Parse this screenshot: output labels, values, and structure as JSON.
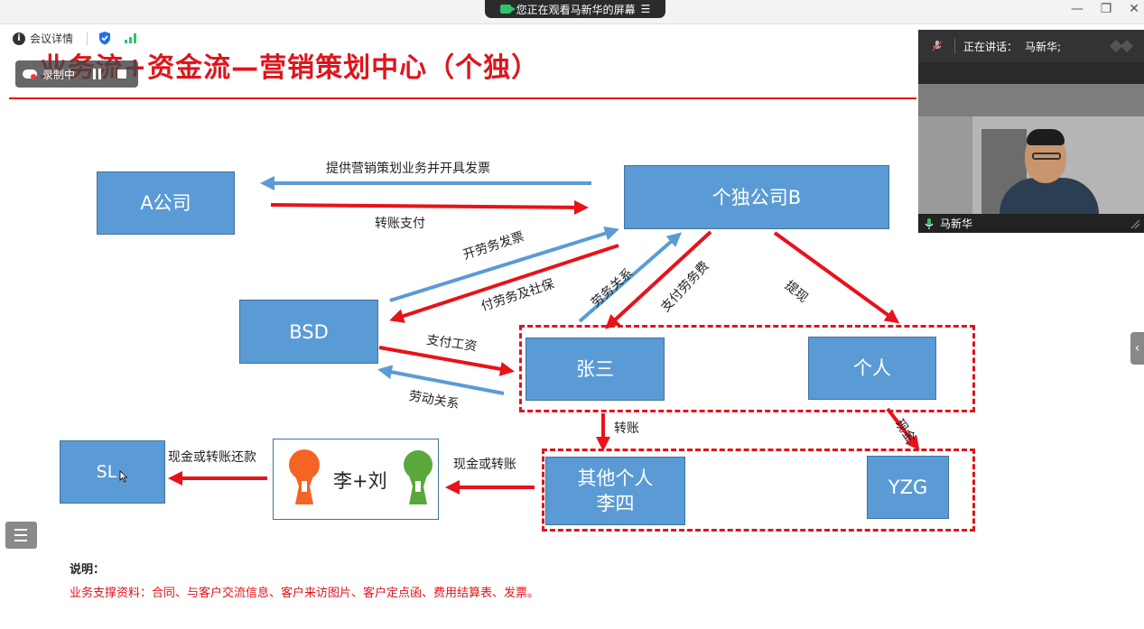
{
  "topbar": {
    "share_text": "您正在观看马新华的屏幕",
    "share_menu_icon": "menu-lines-icon",
    "minimize": "—",
    "restore": "❐",
    "close": "✕"
  },
  "toolbar": {
    "meeting_details": "会议详情",
    "info_icon_glyph": "i"
  },
  "recording": {
    "label": "录制中"
  },
  "slide": {
    "title": "业务流+资金流—营销策划中心（个独）",
    "title_color": "#e0141b",
    "box_color": "#5b9bd5",
    "boxes": {
      "a_company": "A公司",
      "b_company": "个独公司B",
      "bsd": "BSD",
      "zhangsan": "张三",
      "geren": "个人",
      "other_line1": "其他个人",
      "other_line2": "李四",
      "yzg": "YZG",
      "sl": "SL",
      "li_liu": "李+刘"
    },
    "labels": {
      "provide_service": "提供营销策划业务并开具发票",
      "transfer_pay": "转账支付",
      "issue_labor_invoice": "开劳务发票",
      "pay_labor_social": "付劳务及社保",
      "labor_relation_top": "劳务关系",
      "pay_labor_fee": "支付劳务费",
      "withdraw": "提现",
      "pay_salary": "支付工资",
      "labor_relation_bottom": "劳动关系",
      "transfer": "转账",
      "cash": "现金",
      "cash_or_transfer": "现金或转账",
      "cash_or_transfer_repay": "现金或转账还款"
    },
    "note_title": "说明：",
    "note_text": "业务支撑资料：合同、与客户交流信息、客户来访图片、客户定点函、费用结算表、发票。"
  },
  "video": {
    "speaking_label": "正在讲话：",
    "speaker": "马新华;",
    "participant_name": "马新华"
  },
  "side_handle_glyph": "‹"
}
